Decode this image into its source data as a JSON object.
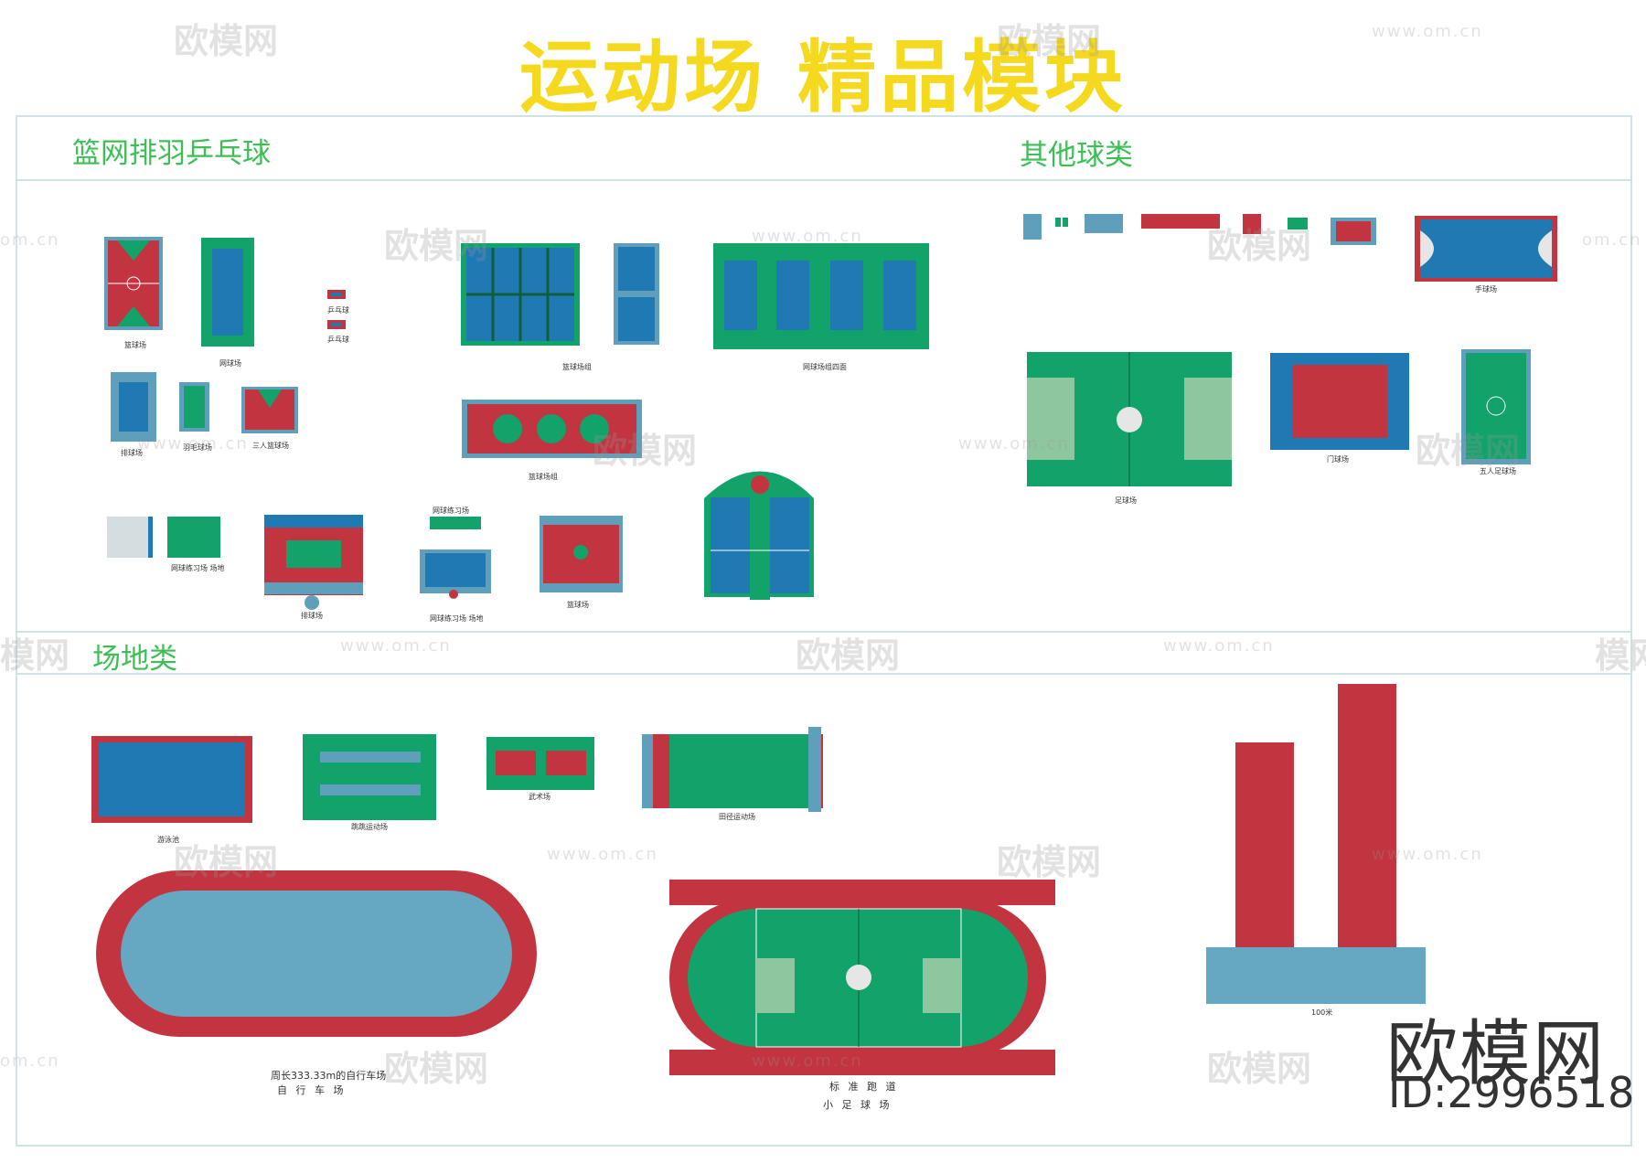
{
  "title": "运动场  精品模块",
  "sections": {
    "ball_courts": "篮网排羽乒乓球",
    "other_balls": "其他球类",
    "venues": "场地类"
  },
  "labels": {
    "basketball": "篮球场",
    "tennis": "网球场",
    "pingpong_a": "乒乓球",
    "pingpong_b": "乒乓球",
    "basketball_group": "篮球场组",
    "tennis_group": "网球场组四面",
    "volleyball_small": "排球场",
    "badminton": "羽毛球场",
    "basketball_half": "三人篮球场",
    "basketball_triple": "篮球场组",
    "tennis_wall": "网球练习场 场地",
    "volleyball": "排球场",
    "tennis_practice": "网球练习场",
    "tennis_venue": "网球练习场 场地",
    "basketball_2": "篮球场",
    "handball": "手球场",
    "football": "足球场",
    "goal": "门球场",
    "football_5": "五人足球场",
    "swim": "游泳池",
    "jump": "跳跳运动场",
    "wushu": "武术场",
    "track_field": "田径运动场",
    "velodrome_1": "周长333.33m的自行车场",
    "velodrome_2": "自 行 车 场",
    "stadium_1": "标 准 跑 道",
    "stadium_2": "小 足 球 场",
    "sprint": "100米"
  },
  "watermark": {
    "logo": "欧模网",
    "url": "www.om.cn",
    "url_short": "om.cn",
    "logo_short": "模网"
  },
  "brand": {
    "name": "欧模网",
    "id": "ID:2996518"
  },
  "colors": {
    "green": "#11a36a",
    "blue": "#1f79b3",
    "red": "#c2343f",
    "light_blue": "#5f9fbc",
    "pale_green": "#8ec6a0",
    "title_yellow": "#f5d91e",
    "section_green": "#3dbf55"
  }
}
